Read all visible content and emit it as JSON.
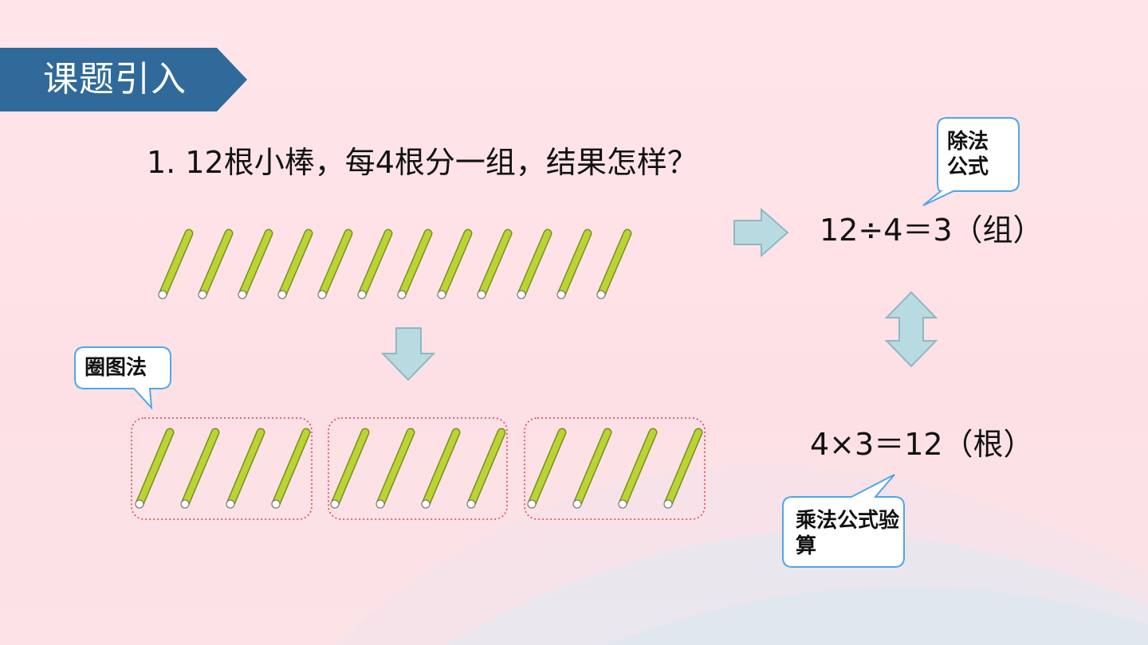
{
  "header": {
    "title": "课题引入"
  },
  "question": {
    "text": "1. 12根小棒，每4根分一组，结果怎样？"
  },
  "callouts": {
    "circle_method": "圈图法",
    "division_formula": "除法公式",
    "multiplication_check": "乘法公式验算"
  },
  "formulas": {
    "division": "12÷4＝3（组）",
    "multiplication": "4×3＝12（根）"
  },
  "sticks": {
    "total": 12,
    "per_group": 4,
    "groups": 3
  },
  "colors": {
    "banner": "#2f6a9a",
    "stick": "#b9d434",
    "arrow_fill": "#b7dbe0",
    "arrow_stroke": "#8fb8c0",
    "group_border": "#e03b4a",
    "callout_border": "#4fa6e8"
  },
  "icons": {
    "right_arrow": "right-arrow-icon",
    "down_arrow": "down-arrow-icon",
    "double_arrow": "up-down-arrow-icon"
  }
}
